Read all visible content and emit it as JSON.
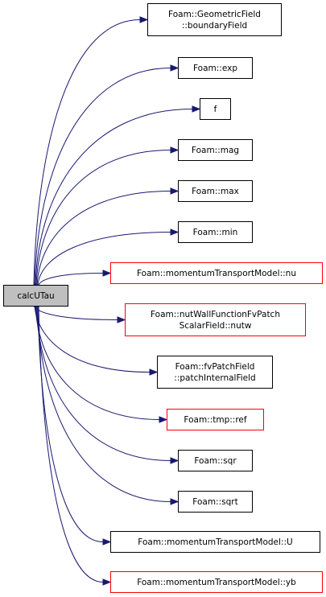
{
  "colors": {
    "edge": "#191970",
    "default_border": "#000000",
    "highlight_border": "#ff0000",
    "root_fill": "#bfbfbf",
    "node_fill": "#ffffff"
  },
  "root": {
    "id": "root",
    "lines": [
      "calcUTau"
    ]
  },
  "callees": [
    {
      "id": "boundaryfield",
      "lines": [
        "Foam::GeometricField",
        "::boundaryField"
      ],
      "border": "default"
    },
    {
      "id": "exp",
      "lines": [
        "Foam::exp"
      ],
      "border": "default"
    },
    {
      "id": "f",
      "lines": [
        "f"
      ],
      "border": "default"
    },
    {
      "id": "mag",
      "lines": [
        "Foam::mag"
      ],
      "border": "default"
    },
    {
      "id": "max",
      "lines": [
        "Foam::max"
      ],
      "border": "default"
    },
    {
      "id": "min",
      "lines": [
        "Foam::min"
      ],
      "border": "default"
    },
    {
      "id": "nu",
      "lines": [
        "Foam::momentumTransportModel::nu"
      ],
      "border": "highlight"
    },
    {
      "id": "nutw",
      "lines": [
        "Foam::nutWallFunctionFvPatch",
        "ScalarField::nutw"
      ],
      "border": "highlight"
    },
    {
      "id": "patchinternalfield",
      "lines": [
        "Foam::fvPatchField",
        "::patchInternalField"
      ],
      "border": "default"
    },
    {
      "id": "ref",
      "lines": [
        "Foam::tmp::ref"
      ],
      "border": "highlight"
    },
    {
      "id": "sqr",
      "lines": [
        "Foam::sqr"
      ],
      "border": "default"
    },
    {
      "id": "sqrt",
      "lines": [
        "Foam::sqrt"
      ],
      "border": "default"
    },
    {
      "id": "u",
      "lines": [
        "Foam::momentumTransportModel::U"
      ],
      "border": "default"
    },
    {
      "id": "yb",
      "lines": [
        "Foam::momentumTransportModel::yb"
      ],
      "border": "highlight"
    }
  ]
}
